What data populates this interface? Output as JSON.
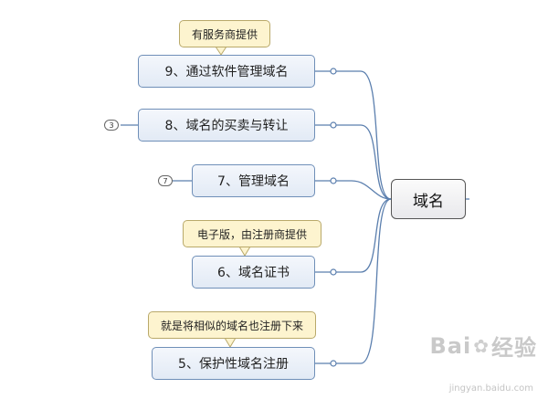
{
  "root": {
    "label": "域名"
  },
  "branches": [
    {
      "label": "9、通过软件管理域名",
      "note": "有服务商提供",
      "badge": ""
    },
    {
      "label": "8、域名的买卖与转让",
      "note": "",
      "badge": "3"
    },
    {
      "label": "7、管理域名",
      "note": "",
      "badge": "7"
    },
    {
      "label": "6、域名证书",
      "note": "电子版，由注册商提供",
      "badge": ""
    },
    {
      "label": "5、保护性域名注册",
      "note": "就是将相似的域名也注册下来",
      "badge": ""
    }
  ],
  "watermark": {
    "logo_left": "Bai",
    "logo_right": "经验",
    "url": "jingyan.baidu.com"
  },
  "colors": {
    "connector": "#5b7fae",
    "node_border": "#6f8fb8",
    "note_bg": "#fdf4cf",
    "root_border": "#555555"
  }
}
